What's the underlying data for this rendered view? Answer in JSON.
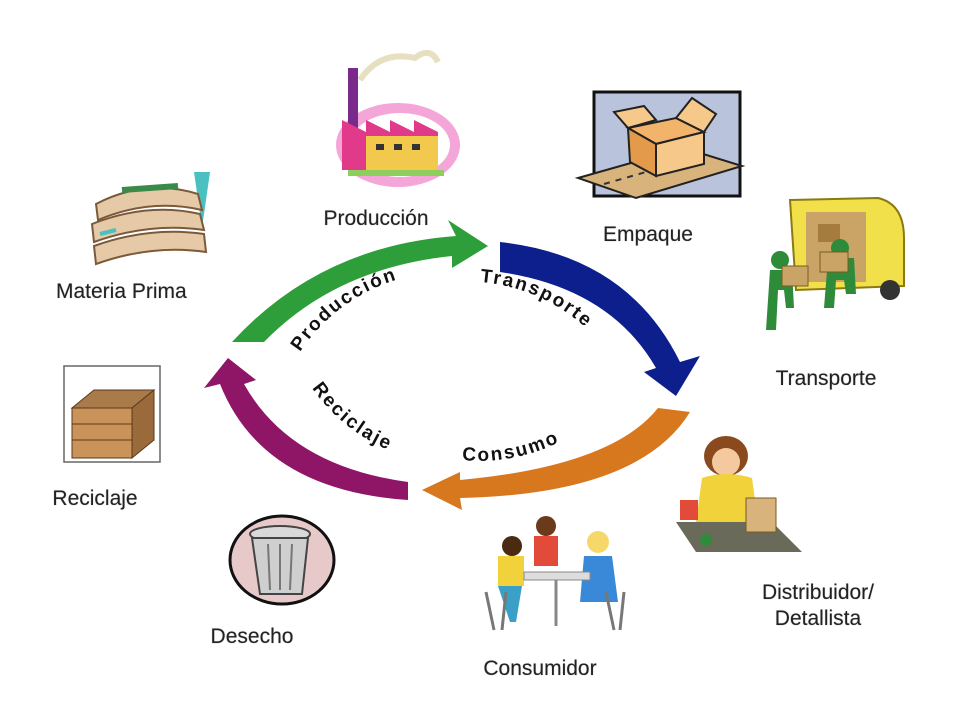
{
  "cycle": {
    "center_labels": {
      "produccion": "Producción",
      "transporte": "Transporte",
      "consumo": "Consumo",
      "reciclaje": "Reciclaje"
    },
    "arrow_colors": {
      "produccion": "#2e9e3a",
      "transporte": "#0d1f8c",
      "consumo": "#d7781f",
      "reciclaje": "#8f1566"
    }
  },
  "nodes": {
    "produccion": {
      "label": "Producción",
      "icon": "factory-icon"
    },
    "empaque": {
      "label": "Empaque",
      "icon": "box-on-conveyor-icon"
    },
    "transporte": {
      "label": "Transporte",
      "icon": "delivery-truck-icon"
    },
    "distribuidor": {
      "label_line1": "Distribuidor/",
      "label_line2": "Detallista",
      "icon": "shopkeeper-icon"
    },
    "consumidor": {
      "label": "Consumidor",
      "icon": "people-at-table-icon"
    },
    "desecho": {
      "label": "Desecho",
      "icon": "trash-can-icon"
    },
    "reciclaje": {
      "label": "Reciclaje",
      "icon": "recycling-crate-icon"
    },
    "materia_prima": {
      "label": "Materia Prima",
      "icon": "raw-material-sacks-icon"
    }
  }
}
